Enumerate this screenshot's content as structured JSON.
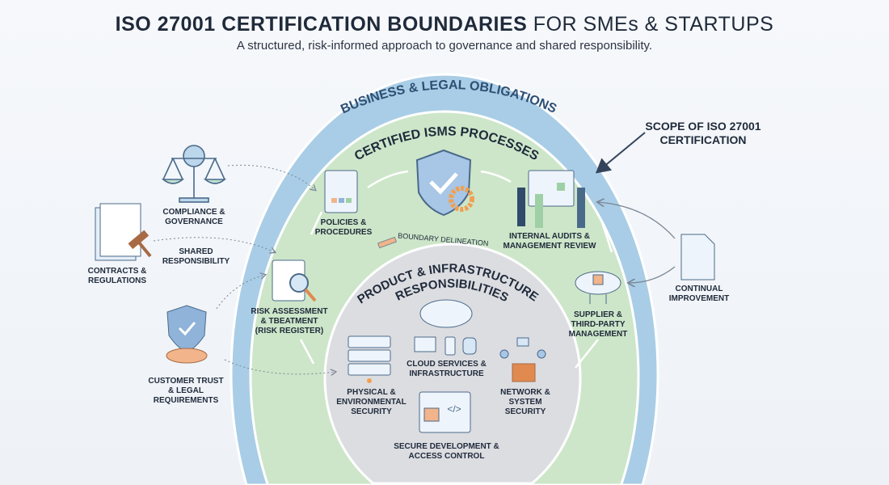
{
  "header": {
    "title_bold": "ISO 27001 CERTIFICATION BOUNDARIES",
    "title_light": " FOR SMEs & STARTUPS",
    "subtitle": "A structured, risk-informed approach to governance and shared responsibility."
  },
  "rings": {
    "outer": "BUSINESS & LEGAL OBLIGATIONS",
    "middle": "CERTIFIED ISMS PROCESSES",
    "inner_line1": "PRODUCT & INFRASTRUCTURE",
    "inner_line2": "RESPONSIBILITIES",
    "colors": {
      "outer": "#a9cde6",
      "middle": "#cde6c9",
      "inner": "#dcdde1"
    }
  },
  "scope_label": "SCOPE OF ISO 27001 CERTIFICATION",
  "external": {
    "compliance": "COMPLIANCE & GOVERNANCE",
    "contracts": "CONTRACTS & REGULATIONS",
    "shared": "SHARED RESPONSIBILITY",
    "customer": "CUSTOMER TRUST & LEGAL REQUIREMENTS",
    "continual": "CONTINUAL IMPROVEMENT"
  },
  "isms": {
    "policies": "POLICIES & PROCEDURES",
    "risk": "RISK ASSESSMENT & TBEATMENT (RISK REGISTER)",
    "audits": "INTERNAL AUDITS & MANAGEMENT REVIEW",
    "supplier": "SUPPLIER & THIRD-PARTY MANAGEMENT",
    "boundary": "BOUNDARY DELINEATION"
  },
  "product": {
    "cloud": "CLOUD SERVICES & INFRASTRUCTURE",
    "physical": "PHYSICAL & ENVIRONMENTAL SECURITY",
    "network": "NETWORK & SYSTEM SECURITY",
    "secure_dev": "SECURE DEVELOPMENT & ACCESS CONTROL"
  }
}
